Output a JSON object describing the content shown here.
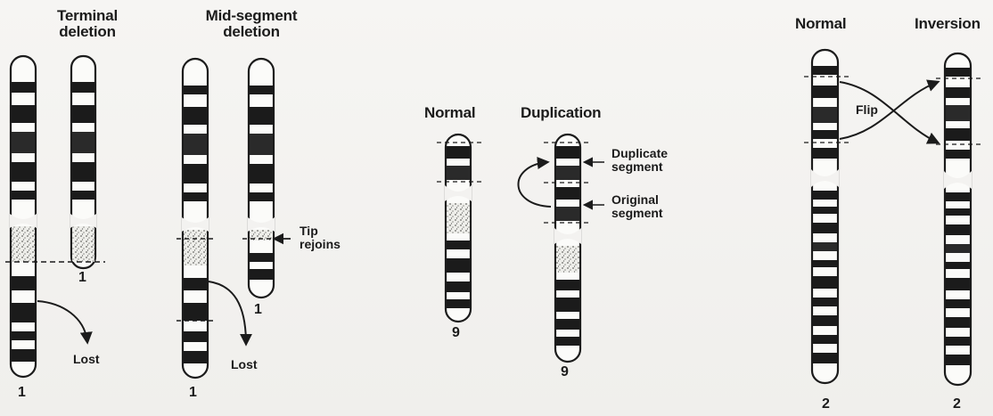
{
  "deletions": {
    "terminal": {
      "title": "Terminal deletion",
      "normal_number": "1",
      "deleted_number": "1",
      "lost_label": "Lost"
    },
    "mid": {
      "title": "Mid-segment deletion",
      "normal_number": "1",
      "deleted_number": "1",
      "lost_label": "Lost",
      "tip_label": "Tip rejoins"
    }
  },
  "duplication": {
    "normal_title": "Normal",
    "dup_title": "Duplication",
    "normal_number": "9",
    "dup_number": "9",
    "duplicate_label": "Duplicate segment",
    "original_label": "Original segment"
  },
  "inversion": {
    "normal_title": "Normal",
    "inv_title": "Inversion",
    "normal_number": "2",
    "inv_number": "2",
    "flip_label": "Flip"
  }
}
